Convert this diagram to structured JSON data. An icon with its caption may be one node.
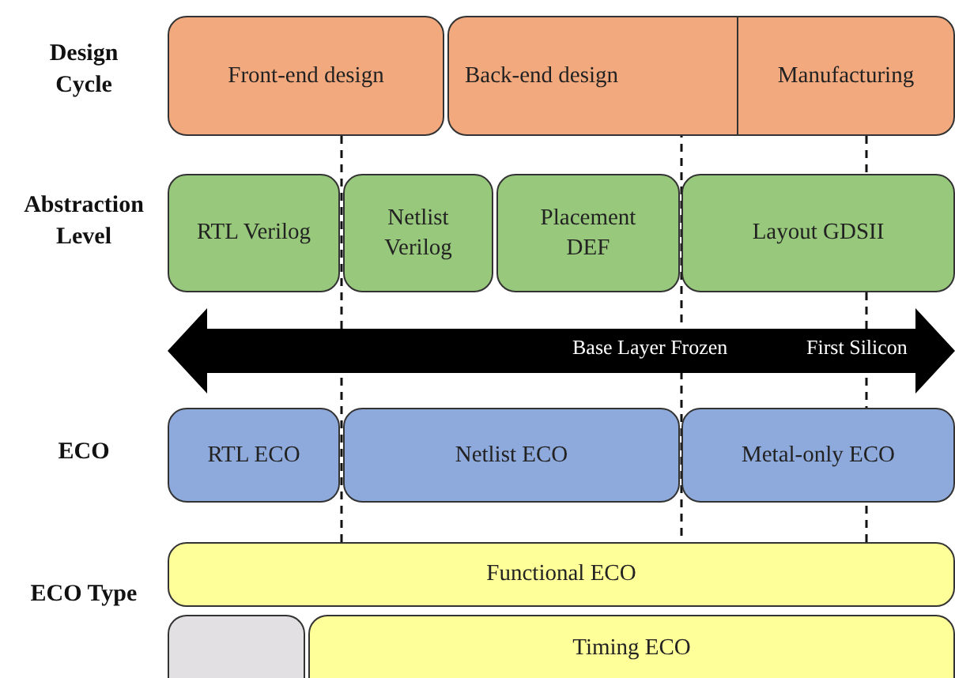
{
  "diagram": {
    "nodes": [
      {
        "text": [
          "Front-end design"
        ]
      },
      {
        "text": [
          "Back-end design"
        ]
      },
      {
        "text": [
          "Manufacturing"
        ]
      },
      {
        "text": [
          "RTL Verilog"
        ]
      },
      {
        "text": [
          "Netlist Verilog"
        ]
      },
      {
        "text": [
          "Placement DEF"
        ]
      },
      {
        "text": [
          "Layout GDSII"
        ]
      },
      {
        "text": [
          "RTL ECO"
        ]
      },
      {
        "text": [
          "Netlist ECO"
        ]
      },
      {
        "text": [
          "Metal-only ECO"
        ]
      },
      {
        "text": [
          "Functional ECO"
        ]
      },
      {
        "text": [],
        "shape": "box"
      },
      {
        "text": [
          "Timing ECO"
        ]
      }
    ],
    "edges": [],
    "labels": [
      "Design Cycle",
      "Abstraction Level",
      "Base Layer Frozen",
      "First Silicon",
      "ECO",
      "ECO Type"
    ]
  }
}
